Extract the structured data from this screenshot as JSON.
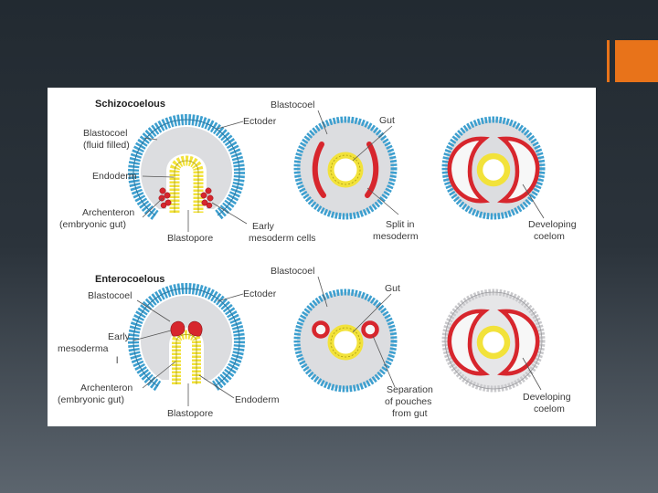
{
  "slide": {
    "accent_color": "#e8731a",
    "background_top": "#222a31",
    "background_bottom": "#5c656e"
  },
  "figure": {
    "colors": {
      "ectoderm": "#3d9fcf",
      "endoderm": "#f2e23a",
      "mesoderm": "#d7262d",
      "blastocoel": "#dcdde0",
      "leader": "#555555"
    },
    "schizocoelous": {
      "title": "Schizocoelous",
      "stage1": {
        "ectoderm": "Ectoder",
        "blastocoel_line1": "Blastocoel",
        "blastocoel_line2": "(fluid filled)",
        "endoderm": "Endoderm",
        "archenteron_line1": "Archenteron",
        "archenteron_line2": "(embryonic gut)",
        "blastopore": "Blastopore",
        "mesoderm_line1": "Early",
        "mesoderm_line2": "mesoderm cells"
      },
      "stage2": {
        "blastocoel": "Blastocoel",
        "gut": "Gut",
        "split_line1": "Split in",
        "split_line2": "mesoderm"
      },
      "stage3": {
        "coelom_line1": "Developing",
        "coelom_line2": "coelom"
      }
    },
    "enterocoelous": {
      "title": "Enterocoelous",
      "stage1": {
        "blastocoel": "Blastocoel",
        "ectoderm": "Ectoder",
        "mesoderm_line1": "Early",
        "mesoderm_line2": "mesoderma",
        "mesoderm_line3": "l",
        "archenteron_line1": "Archenteron",
        "archenteron_line2": "(embryonic gut)",
        "endoderm": "Endoderm",
        "blastopore": "Blastopore"
      },
      "stage2": {
        "blastocoel": "Blastocoel",
        "gut": "Gut",
        "separation_line1": "Separation",
        "separation_line2": "of pouches",
        "separation_line3": "from gut"
      },
      "stage3": {
        "coelom_line1": "Developing",
        "coelom_line2": "coelom"
      }
    }
  }
}
